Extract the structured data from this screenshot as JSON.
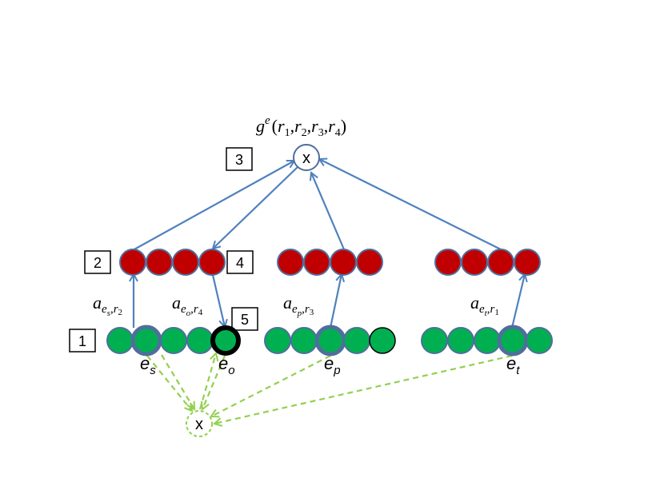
{
  "formula": {
    "g": "g",
    "sup": "e",
    "open": "(",
    "r1": "r",
    "r1_sub": "1",
    "c1": ",",
    "r2": "r",
    "r2_sub": "2",
    "c2": ",",
    "r3": "r",
    "r3_sub": "3",
    "c3": ",",
    "r4": "r",
    "r4_sub": "4",
    "close": ")"
  },
  "step_labels": [
    "1",
    "2",
    "3",
    "4",
    "5"
  ],
  "product_symbol": "x",
  "entities": {
    "es": {
      "base": "e",
      "sub": "s"
    },
    "eo": {
      "base": "e",
      "sub": "o"
    },
    "ep": {
      "base": "e",
      "sub": "p"
    },
    "et": {
      "base": "e",
      "sub": "t"
    }
  },
  "attention_labels": {
    "a_s": {
      "a": "a",
      "e": "e",
      "esub": "s",
      "comma": ",",
      "r": "r",
      "rsub": "2"
    },
    "a_o": {
      "a": "a",
      "e": "e",
      "esub": "o",
      "comma": ",",
      "r": "r",
      "rsub": "4"
    },
    "a_p": {
      "a": "a",
      "e": "e",
      "esub": "p",
      "comma": ",",
      "r": "r",
      "rsub": "3"
    },
    "a_t": {
      "a": "a",
      "e": "e",
      "esub": "t",
      "comma": ",",
      "r": "r",
      "rsub": "1"
    }
  },
  "colors": {
    "red_node": "#C00000",
    "green_node": "#00B050",
    "node_border": "#4F6E9C",
    "arrow_blue": "#4F81BD",
    "arrow_green": "#92D050",
    "highlight_black": "#000000"
  }
}
